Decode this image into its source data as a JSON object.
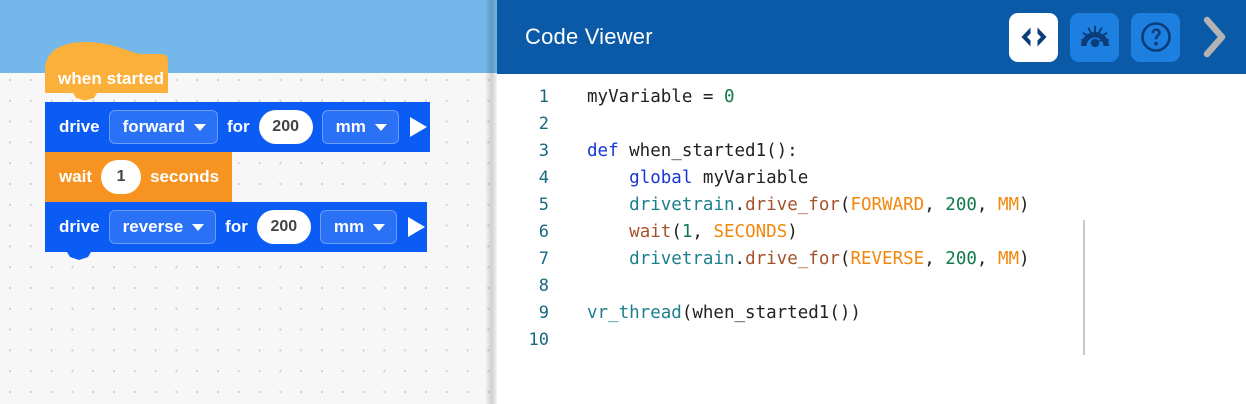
{
  "left_panel": {
    "name": "block-editor",
    "toolbar": {
      "color": "#74b7ea"
    },
    "canvas": {
      "background": "#f7f7f7",
      "grid": "dotted-cross"
    },
    "blocks": [
      {
        "id": "when-started",
        "type": "hat",
        "label": "when started",
        "color": "#fbb03b"
      },
      {
        "id": "drive-forward",
        "type": "statement",
        "color": "#0b5cf5",
        "text_before": "drive",
        "direction": "forward",
        "text_middle": "for",
        "value": "200",
        "unit": "mm",
        "run_icon": "play-icon"
      },
      {
        "id": "wait-1-seconds",
        "type": "statement",
        "color": "#f79421",
        "text_before": "wait",
        "value": "1",
        "text_after": "seconds"
      },
      {
        "id": "drive-reverse",
        "type": "statement",
        "color": "#0b5cf5",
        "text_before": "drive",
        "direction": "reverse",
        "text_middle": "for",
        "value": "200",
        "unit": "mm",
        "run_icon": "play-icon"
      }
    ]
  },
  "code_viewer": {
    "title": "Code Viewer",
    "header_color": "#0a5aa8",
    "actions": [
      {
        "name": "code-brackets-icon",
        "label": "<>",
        "state": "active"
      },
      {
        "name": "dashboard-gauge-icon",
        "label": "",
        "state": "default"
      },
      {
        "name": "help-question-icon",
        "label": "?",
        "state": "default"
      },
      {
        "name": "chevron-right-icon",
        "label": "",
        "state": "default"
      }
    ],
    "line_numbers": [
      "1",
      "2",
      "3",
      "4",
      "5",
      "6",
      "7",
      "8",
      "9",
      "10"
    ],
    "lines": [
      [
        {
          "t": "myVariable = ",
          "c": "plain"
        },
        {
          "t": "0",
          "c": "num"
        }
      ],
      [],
      [
        {
          "t": "def",
          "c": "kw"
        },
        {
          "t": " when_started1():",
          "c": "plain"
        }
      ],
      [
        {
          "t": "    ",
          "c": "plain"
        },
        {
          "t": "global",
          "c": "kw"
        },
        {
          "t": " myVariable",
          "c": "plain"
        }
      ],
      [
        {
          "t": "    ",
          "c": "plain"
        },
        {
          "t": "drivetrain",
          "c": "obj"
        },
        {
          "t": ".",
          "c": "punc"
        },
        {
          "t": "drive_for",
          "c": "fn"
        },
        {
          "t": "(",
          "c": "punc"
        },
        {
          "t": "FORWARD",
          "c": "const"
        },
        {
          "t": ", ",
          "c": "punc"
        },
        {
          "t": "200",
          "c": "num"
        },
        {
          "t": ", ",
          "c": "punc"
        },
        {
          "t": "MM",
          "c": "const"
        },
        {
          "t": ")",
          "c": "punc"
        }
      ],
      [
        {
          "t": "    ",
          "c": "plain"
        },
        {
          "t": "wait",
          "c": "fn"
        },
        {
          "t": "(",
          "c": "punc"
        },
        {
          "t": "1",
          "c": "num"
        },
        {
          "t": ", ",
          "c": "punc"
        },
        {
          "t": "SECONDS",
          "c": "const"
        },
        {
          "t": ")",
          "c": "punc"
        }
      ],
      [
        {
          "t": "    ",
          "c": "plain"
        },
        {
          "t": "drivetrain",
          "c": "obj"
        },
        {
          "t": ".",
          "c": "punc"
        },
        {
          "t": "drive_for",
          "c": "fn"
        },
        {
          "t": "(",
          "c": "punc"
        },
        {
          "t": "REVERSE",
          "c": "const"
        },
        {
          "t": ", ",
          "c": "punc"
        },
        {
          "t": "200",
          "c": "num"
        },
        {
          "t": ", ",
          "c": "punc"
        },
        {
          "t": "MM",
          "c": "const"
        },
        {
          "t": ")",
          "c": "punc"
        }
      ],
      [],
      [
        {
          "t": "vr_thread",
          "c": "obj"
        },
        {
          "t": "(when_started1())",
          "c": "plain"
        }
      ],
      []
    ]
  }
}
